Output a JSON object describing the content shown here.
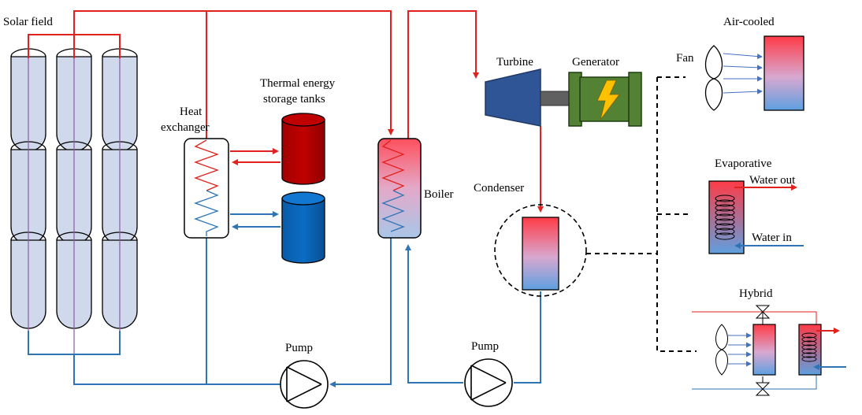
{
  "labels": {
    "solar_field": "Solar field",
    "heat_exchanger_line1": "Heat",
    "heat_exchanger_line2": "exchanger",
    "storage_line1": "Thermal energy",
    "storage_line2": "storage tanks",
    "boiler": "Boiler",
    "turbine": "Turbine",
    "generator": "Generator",
    "condenser": "Condenser",
    "pump_left": "Pump",
    "pump_right": "Pump",
    "air_cooled": "Air-cooled",
    "fan": "Fan",
    "evaporative": "Evaporative",
    "water_out": "Water out",
    "water_in": "Water in",
    "hybrid": "Hybrid"
  },
  "colors": {
    "hot_line": "#e0211d",
    "cold_line": "#2e75b6",
    "hot_tank": "#c00000",
    "cold_tank": "#0b6cc4",
    "turbine": "#2f5597",
    "generator": "#548235",
    "bolt": "#ffc000",
    "collector_fill": "#d0d8ec"
  }
}
